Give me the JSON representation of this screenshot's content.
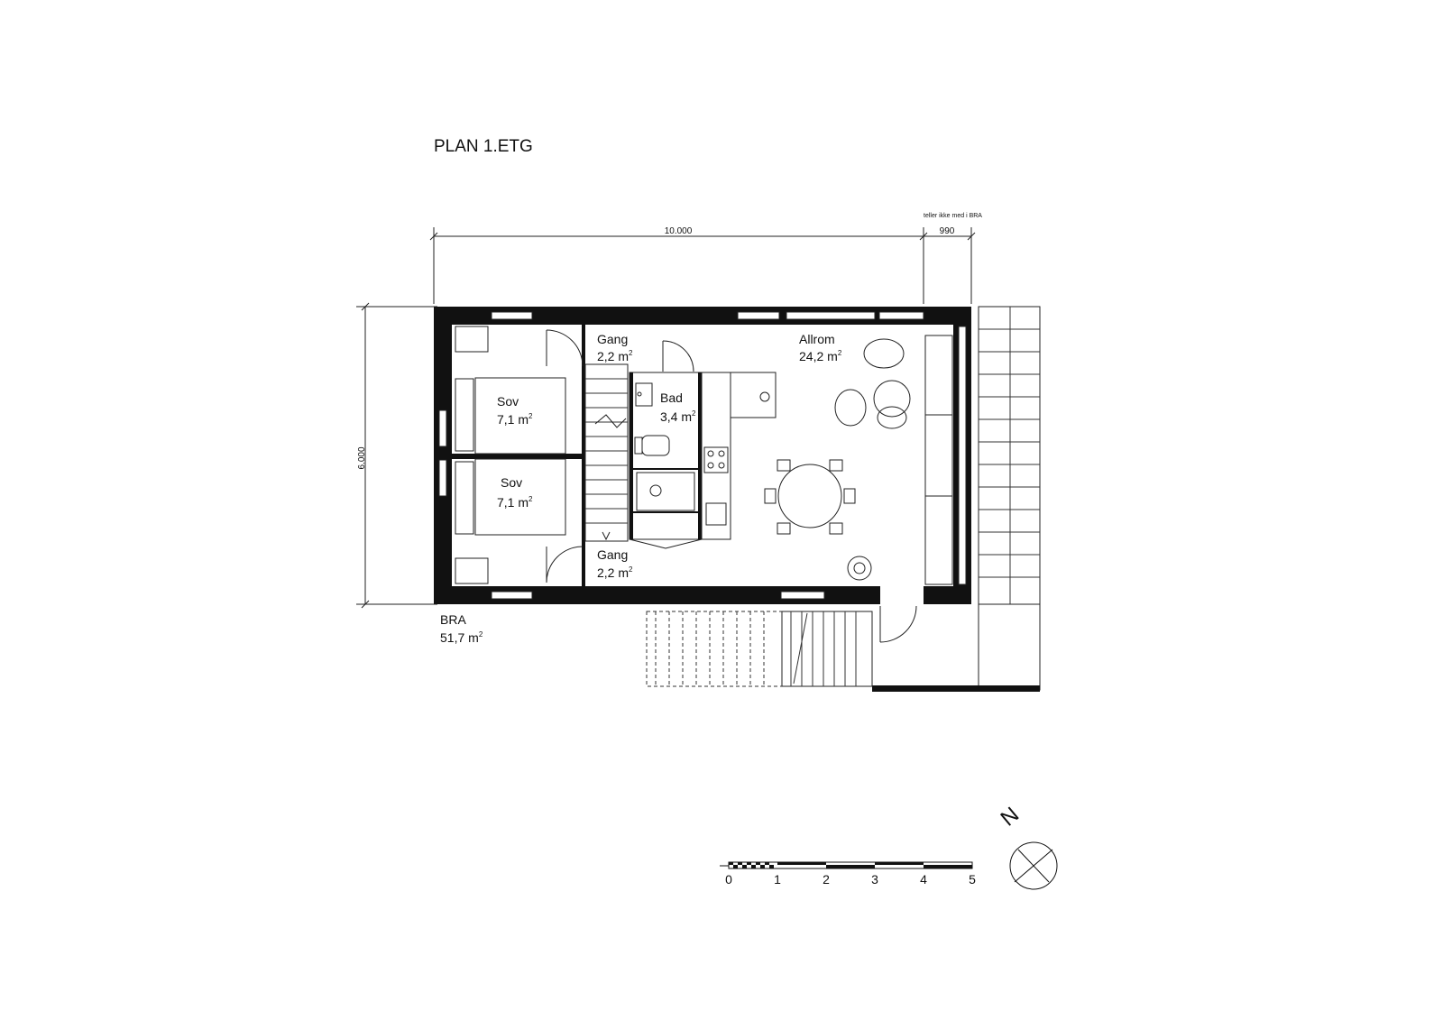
{
  "title": "PLAN 1.ETG",
  "note": "teller ikke med i BRA",
  "dimensions": {
    "width": "10.000",
    "terrace": "990",
    "depth": "6.000"
  },
  "rooms": {
    "gang_top": {
      "name": "Gang",
      "area": "2,2 m",
      "sup": "2"
    },
    "gang_bottom": {
      "name": "Gang",
      "area": "2,2 m",
      "sup": "2"
    },
    "bad": {
      "name": "Bad",
      "area": "3,4 m",
      "sup": "2"
    },
    "allrom": {
      "name": "Allrom",
      "area": "24,2 m",
      "sup": "2"
    },
    "sov_top": {
      "name": "Sov",
      "area": "7,1 m",
      "sup": "2"
    },
    "sov_bottom": {
      "name": "Sov",
      "area": "7,1 m",
      "sup": "2"
    }
  },
  "bra": {
    "label": "BRA",
    "area": "51,7 m",
    "sup": "2"
  },
  "north": {
    "label": "N"
  },
  "scale_bar": {
    "ticks": [
      "0",
      "1",
      "2",
      "3",
      "4",
      "5"
    ]
  }
}
